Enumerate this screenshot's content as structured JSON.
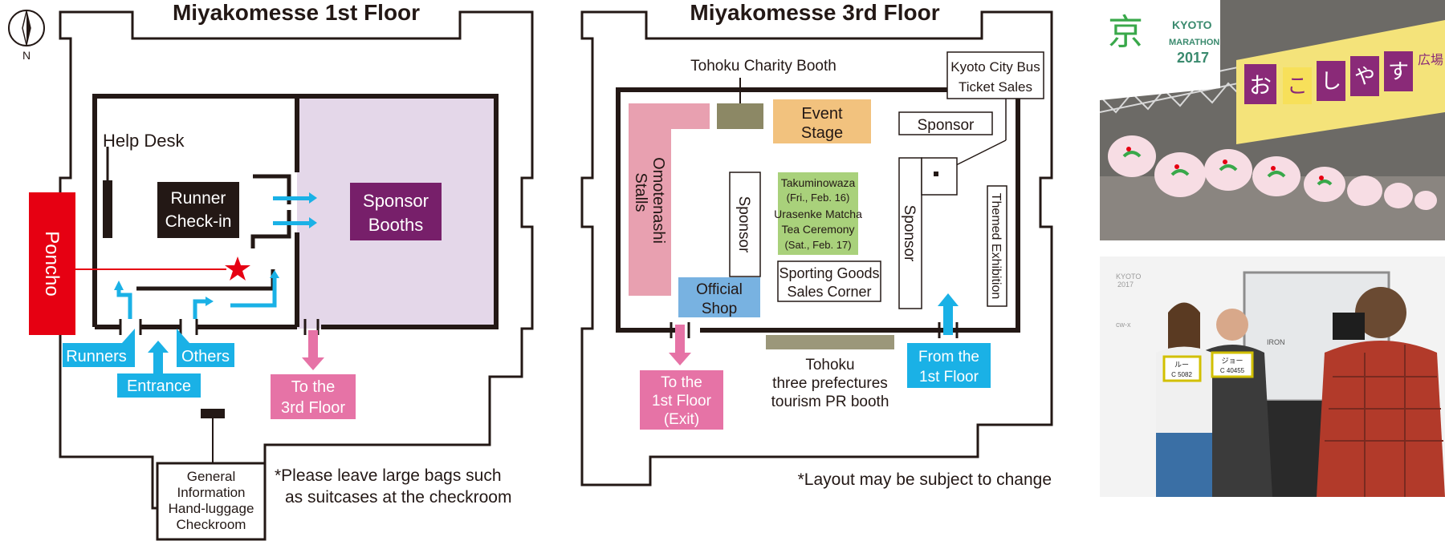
{
  "compass": {
    "label": "N"
  },
  "floor1": {
    "title": "Miyakomesse 1st Floor",
    "help_desk": "Help Desk",
    "runner_checkin": [
      "Runner",
      "Check-in"
    ],
    "sponsor_booths": [
      "Sponsor",
      "Booths"
    ],
    "poncho": "Poncho",
    "runners": "Runners",
    "others": "Others",
    "entrance": "Entrance",
    "to_3rd_floor": [
      "To the",
      "3rd Floor"
    ],
    "general_info": [
      "General",
      "Information",
      "Hand-luggage",
      "Checkroom"
    ],
    "note": [
      "*Please leave large bags such",
      "as suitcases at the checkroom"
    ]
  },
  "floor3": {
    "title": "Miyakomesse 3rd Floor",
    "tohoku_charity": "Tohoku Charity Booth",
    "bus_tickets": [
      "Kyoto City Bus",
      "Ticket Sales"
    ],
    "event_stage": [
      "Event",
      "Stage"
    ],
    "sponsor_top": "Sponsor",
    "omotenashi": [
      "Omotenashi",
      "Stalls"
    ],
    "sponsor_mid": "Sponsor",
    "sponsor_right": "Sponsor",
    "themed_exhibition": "Themed Exhibition",
    "takumi": [
      "Takuminowaza",
      "(Fri., Feb. 16)",
      "Urasenke Matcha",
      "Tea Ceremony",
      "(Sat., Feb. 17)"
    ],
    "sporting_goods": [
      "Sporting Goods",
      "Sales Corner"
    ],
    "official_shop": [
      "Official",
      "Shop"
    ],
    "to_1st_floor_exit": [
      "To the",
      "1st Floor",
      "(Exit)"
    ],
    "tohoku_pr": [
      "Tohoku",
      "three prefectures",
      "tourism PR booth"
    ],
    "from_1st_floor": [
      "From the",
      "1st Floor"
    ],
    "note": "*Layout may be subject to change"
  },
  "photo1": {
    "banner": [
      "KYOTO",
      "MARATHON",
      "2017"
    ],
    "hanging_sign": [
      "お",
      "こ",
      "し",
      "や",
      "す",
      "広場"
    ]
  },
  "photo2": {
    "backdrop_logo": [
      "KYOTO",
      "2017"
    ],
    "bib_left": [
      "ルー",
      "C 5082"
    ],
    "bib_right": [
      "ジョー",
      "C 40455"
    ],
    "brand": "cw-x",
    "brand2": "IRON"
  },
  "colors": {
    "wall": "#231815",
    "sponsor_area": "#e4d7e9",
    "sponsor_booth": "#771f6a",
    "runner_box": "#231815",
    "poncho": "#e60012",
    "blue_arrow": "#1ab1e6",
    "pink_arrow": "#e673a6",
    "omotenashi": "#e8a0b0",
    "charity": "#8c8865",
    "event_stage": "#f2c27e",
    "takumi": "#a9d17b",
    "official_shop": "#78b2e1",
    "tohoku_pr": "#9b977a",
    "star": "#e60012"
  }
}
